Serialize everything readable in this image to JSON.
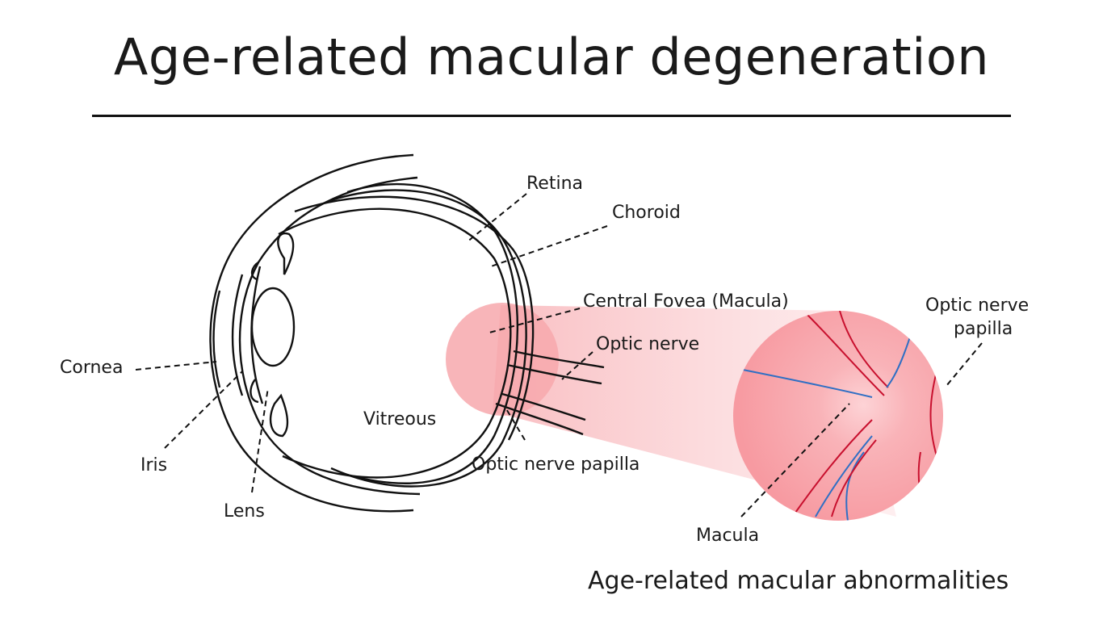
{
  "title": "Age-related macular degeneration",
  "caption": "Age-related macular abnormalities",
  "labels": {
    "retina": "Retina",
    "choroid": "Choroid",
    "central_fovea": "Central Fovea (Macula)",
    "optic_nerve": "Optic nerve",
    "optic_nerve_papilla_eye": "Optic nerve papilla",
    "vitreous": "Vitreous",
    "cornea": "Cornea",
    "iris": "Iris",
    "lens": "Lens",
    "macula": "Macula",
    "optic_nerve_papilla_zoom_line1": "Optic nerve",
    "optic_nerve_papilla_zoom_line2": "papilla"
  },
  "colors": {
    "highlight": "#f7a8ad",
    "zoom_disc": "#f9a3a9",
    "artery": "#c8102e",
    "vein": "#2f6fc4",
    "outline": "#111111"
  }
}
